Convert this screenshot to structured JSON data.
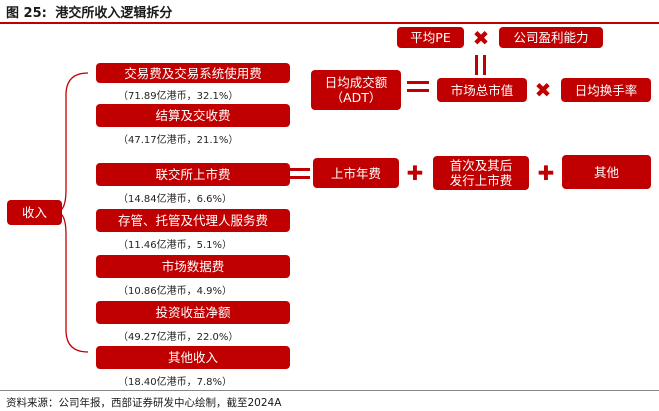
{
  "figure": {
    "label": "图 25:",
    "title": "港交所收入逻辑拆分"
  },
  "root": "收入",
  "revenue_items": [
    {
      "label": "交易费及交易系统使用费",
      "value": "（71.89亿港币，32.1%）"
    },
    {
      "label": "结算及交收费",
      "value": "（47.17亿港币，21.1%）"
    },
    {
      "label": "联交所上市费",
      "value": "（14.84亿港币，6.6%）"
    },
    {
      "label": "存管、托管及代理人服务费",
      "value": "（11.46亿港币，5.1%）"
    },
    {
      "label": "市场数据费",
      "value": "（10.86亿港币，4.9%）"
    },
    {
      "label": "投资收益净额",
      "value": "（49.27亿港币，22.0%）"
    },
    {
      "label": "其他收入",
      "value": "（18.40亿港币，7.8%）"
    }
  ],
  "trading_logic": {
    "adt_line1": "日均成交额",
    "adt_line2": "（ADT）",
    "market_cap": "市场总市值",
    "turnover": "日均换手率",
    "avg_pe": "平均PE",
    "profitability": "公司盈利能力"
  },
  "listing_logic": {
    "annual_fee": "上市年费",
    "initial_line1": "首次及其后",
    "initial_line2": "发行上市费",
    "other": "其他"
  },
  "operators": {
    "times": "✖",
    "plus": "✚"
  },
  "source": "资料来源：公司年报，西部证券研发中心绘制，截至2024A",
  "colors": {
    "accent": "#c00000",
    "text": "#222222",
    "background": "#ffffff"
  }
}
